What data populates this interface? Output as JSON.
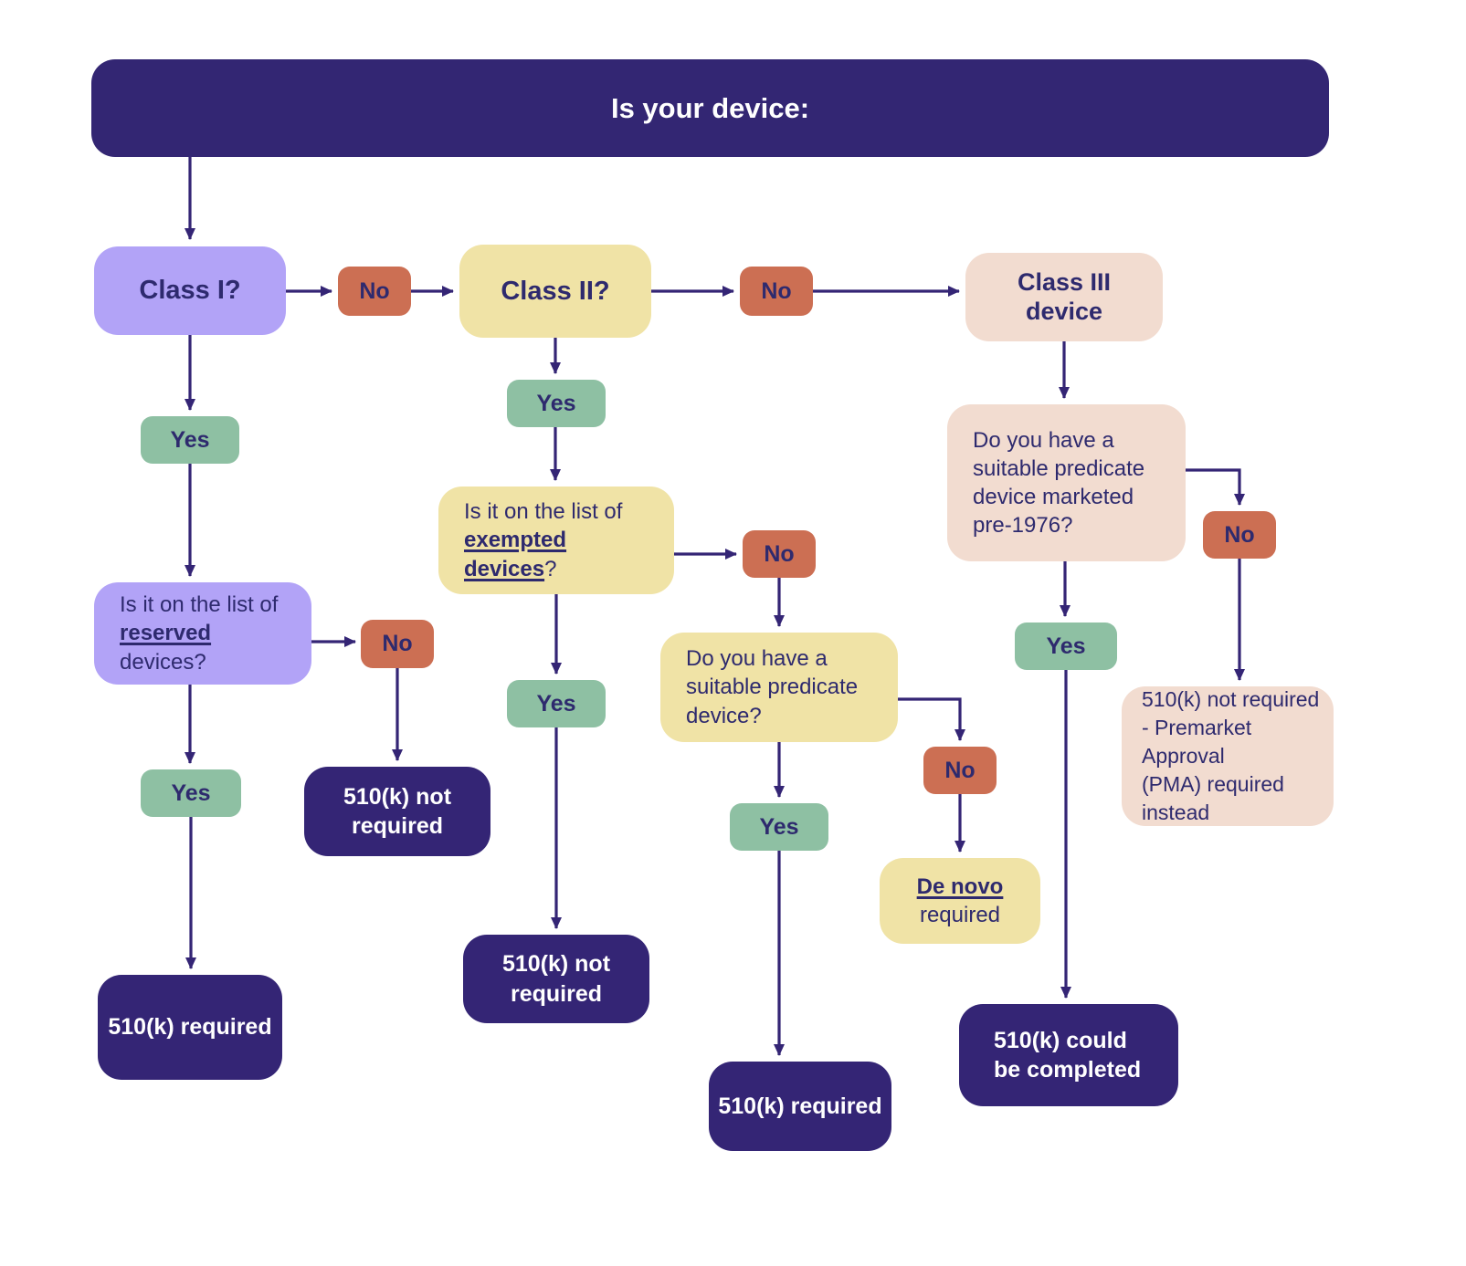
{
  "title": {
    "text": "Is your device:"
  },
  "labels": {
    "yes": "Yes",
    "no": "No"
  },
  "colors": {
    "indigo": "#342575",
    "light_purple": "#b2a3f7",
    "yellow": "#f0e3a6",
    "green": "#8ec0a3",
    "orange": "#cc6f53",
    "pink": "#f2dcd0",
    "text_indigo": "#2e2a6e",
    "white": "#ffffff"
  },
  "nodes": {
    "class1": {
      "label": "Class I?"
    },
    "class2": {
      "label": "Class II?"
    },
    "class3": {
      "line1": "Class III",
      "line2": "device"
    },
    "reserved": {
      "line1": "Is it on the list of",
      "emph": "reserved",
      "rest": " devices?"
    },
    "exempted": {
      "line1": "Is it on the list of",
      "emph": "exempted devices",
      "rest": "?"
    },
    "predicate": {
      "lines": [
        "Do you have a",
        "suitable predicate",
        "device?"
      ]
    },
    "pre1976": {
      "lines": [
        "Do you have a",
        "suitable predicate",
        "device marketed",
        "pre-1976?"
      ]
    },
    "denovo": {
      "emph": "De novo",
      "rest": "required"
    },
    "nr_left": {
      "lines": [
        "510(k) not",
        "required"
      ]
    },
    "nr_mid": {
      "lines": [
        "510(k) not",
        "required"
      ]
    },
    "req_left": {
      "label": "510(k) required"
    },
    "req_mid": {
      "label": "510(k) required"
    },
    "pma": {
      "lines": [
        "510(k) not required",
        "- Premarket Approval",
        " (PMA) required",
        "instead"
      ]
    },
    "could": {
      "lines": [
        "510(k) could",
        "be completed"
      ]
    }
  }
}
